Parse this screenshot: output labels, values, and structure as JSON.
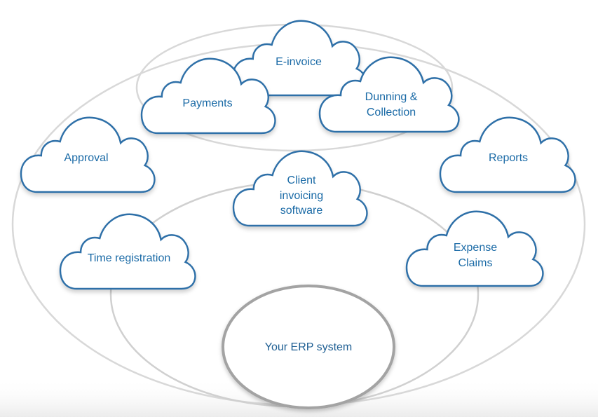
{
  "center": {
    "label": "Your ERP system"
  },
  "clouds": {
    "einvoice": {
      "lines": [
        "E-invoice"
      ]
    },
    "payments": {
      "lines": [
        "Payments"
      ]
    },
    "dunning": {
      "lines": [
        "Dunning &",
        "Collection"
      ]
    },
    "approval": {
      "lines": [
        "Approval"
      ]
    },
    "reports": {
      "lines": [
        "Reports"
      ]
    },
    "client": {
      "lines": [
        "Client",
        "invoicing",
        "software"
      ]
    },
    "time": {
      "lines": [
        "Time registration"
      ]
    },
    "expense": {
      "lines": [
        "Expense",
        "Claims"
      ]
    }
  },
  "colors": {
    "cloud_fill": "#ffffff",
    "cloud_border": "#2f6fa8",
    "cloud_text": "#1a6aa6",
    "ring_stroke": "#cfcfcf",
    "center_stroke": "#9a9a9a"
  }
}
